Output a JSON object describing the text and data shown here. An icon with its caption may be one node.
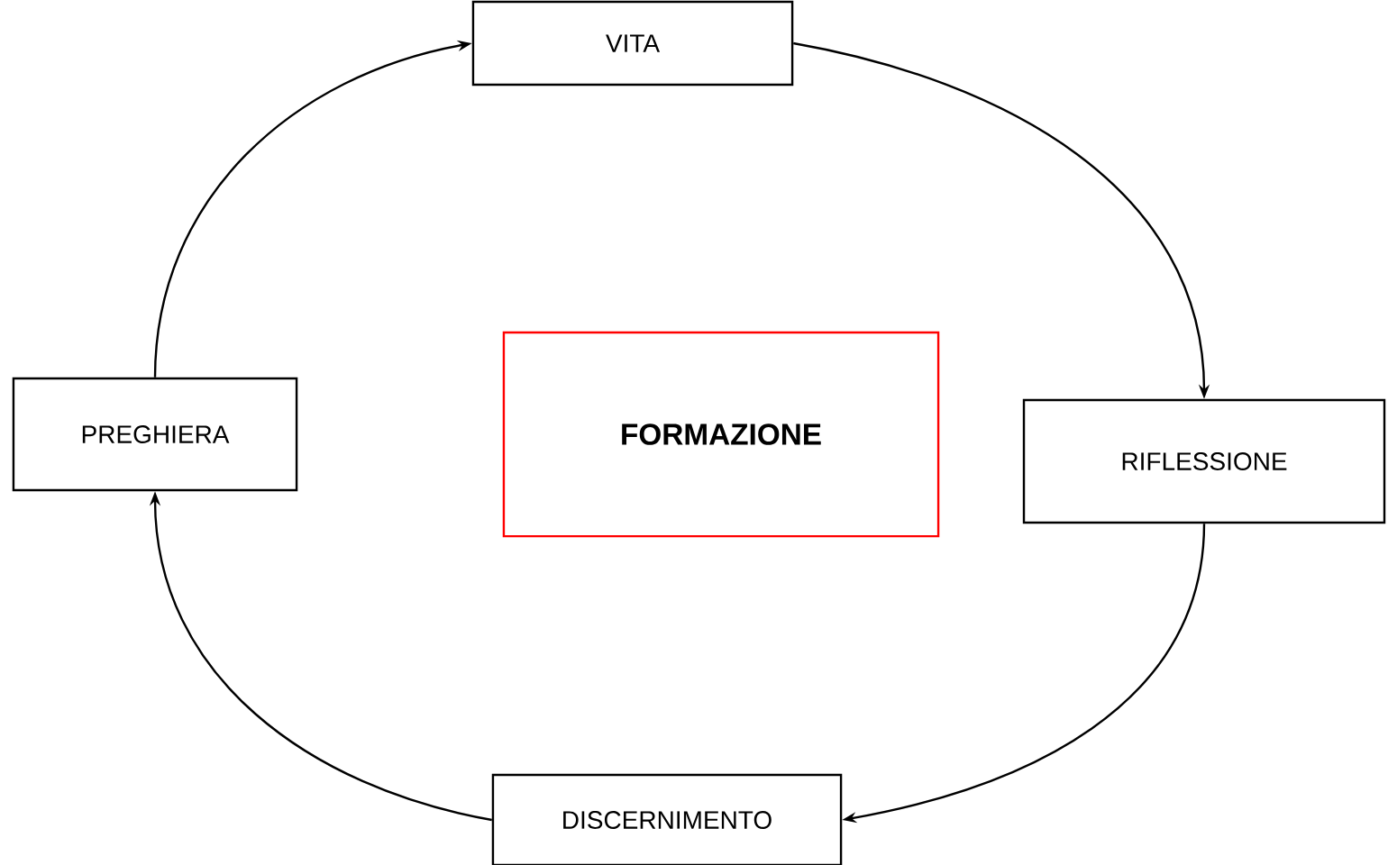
{
  "diagram": {
    "nodes": [
      {
        "text": [
          "VITA"
        ]
      },
      {
        "text": [
          "PREGHIERA"
        ]
      },
      {
        "text": [
          "FORMAZIONE"
        ]
      },
      {
        "text": [
          "RIFLESSIONE"
        ]
      },
      {
        "text": [
          "DISCERNIMENTO"
        ]
      }
    ],
    "edges": [
      {
        "from": 0,
        "to": 3,
        "arrow": "to"
      },
      {
        "from": 3,
        "to": 4,
        "arrow": "to"
      },
      {
        "from": 4,
        "to": 1,
        "arrow": "to"
      },
      {
        "from": 1,
        "to": 0,
        "arrow": "to"
      }
    ]
  }
}
